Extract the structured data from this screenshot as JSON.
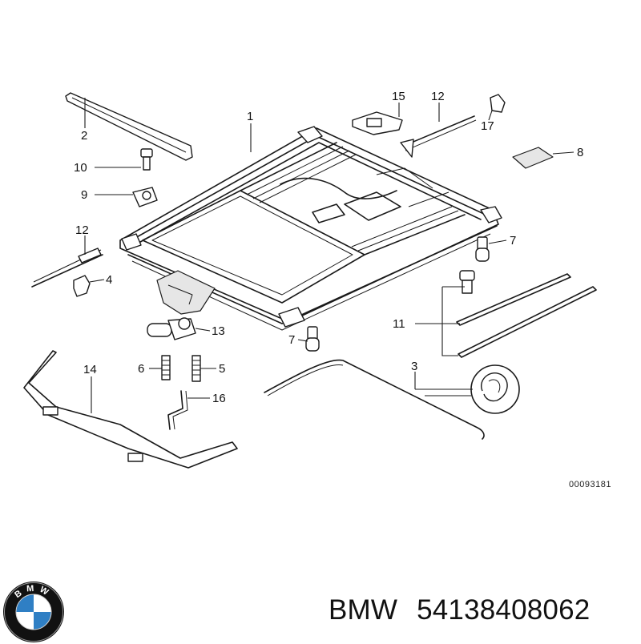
{
  "diagram": {
    "callouts": {
      "p1": "1",
      "p2": "2",
      "p3": "3",
      "p4": "4",
      "p5": "5",
      "p6": "6",
      "p7a": "7",
      "p7b": "7",
      "p8": "8",
      "p9": "9",
      "p10": "10",
      "p11": "11",
      "p12a": "12",
      "p12b": "12",
      "p13": "13",
      "p14": "14",
      "p15": "15",
      "p16": "16",
      "p17": "17"
    },
    "drawing_code": "00093181"
  },
  "caption": {
    "brand": "BMW",
    "part_number": "54138408062"
  },
  "logo": {
    "text": "BMW",
    "colors": {
      "ring": "#111111",
      "blue": "#2f7fc4",
      "white": "#ffffff"
    }
  }
}
